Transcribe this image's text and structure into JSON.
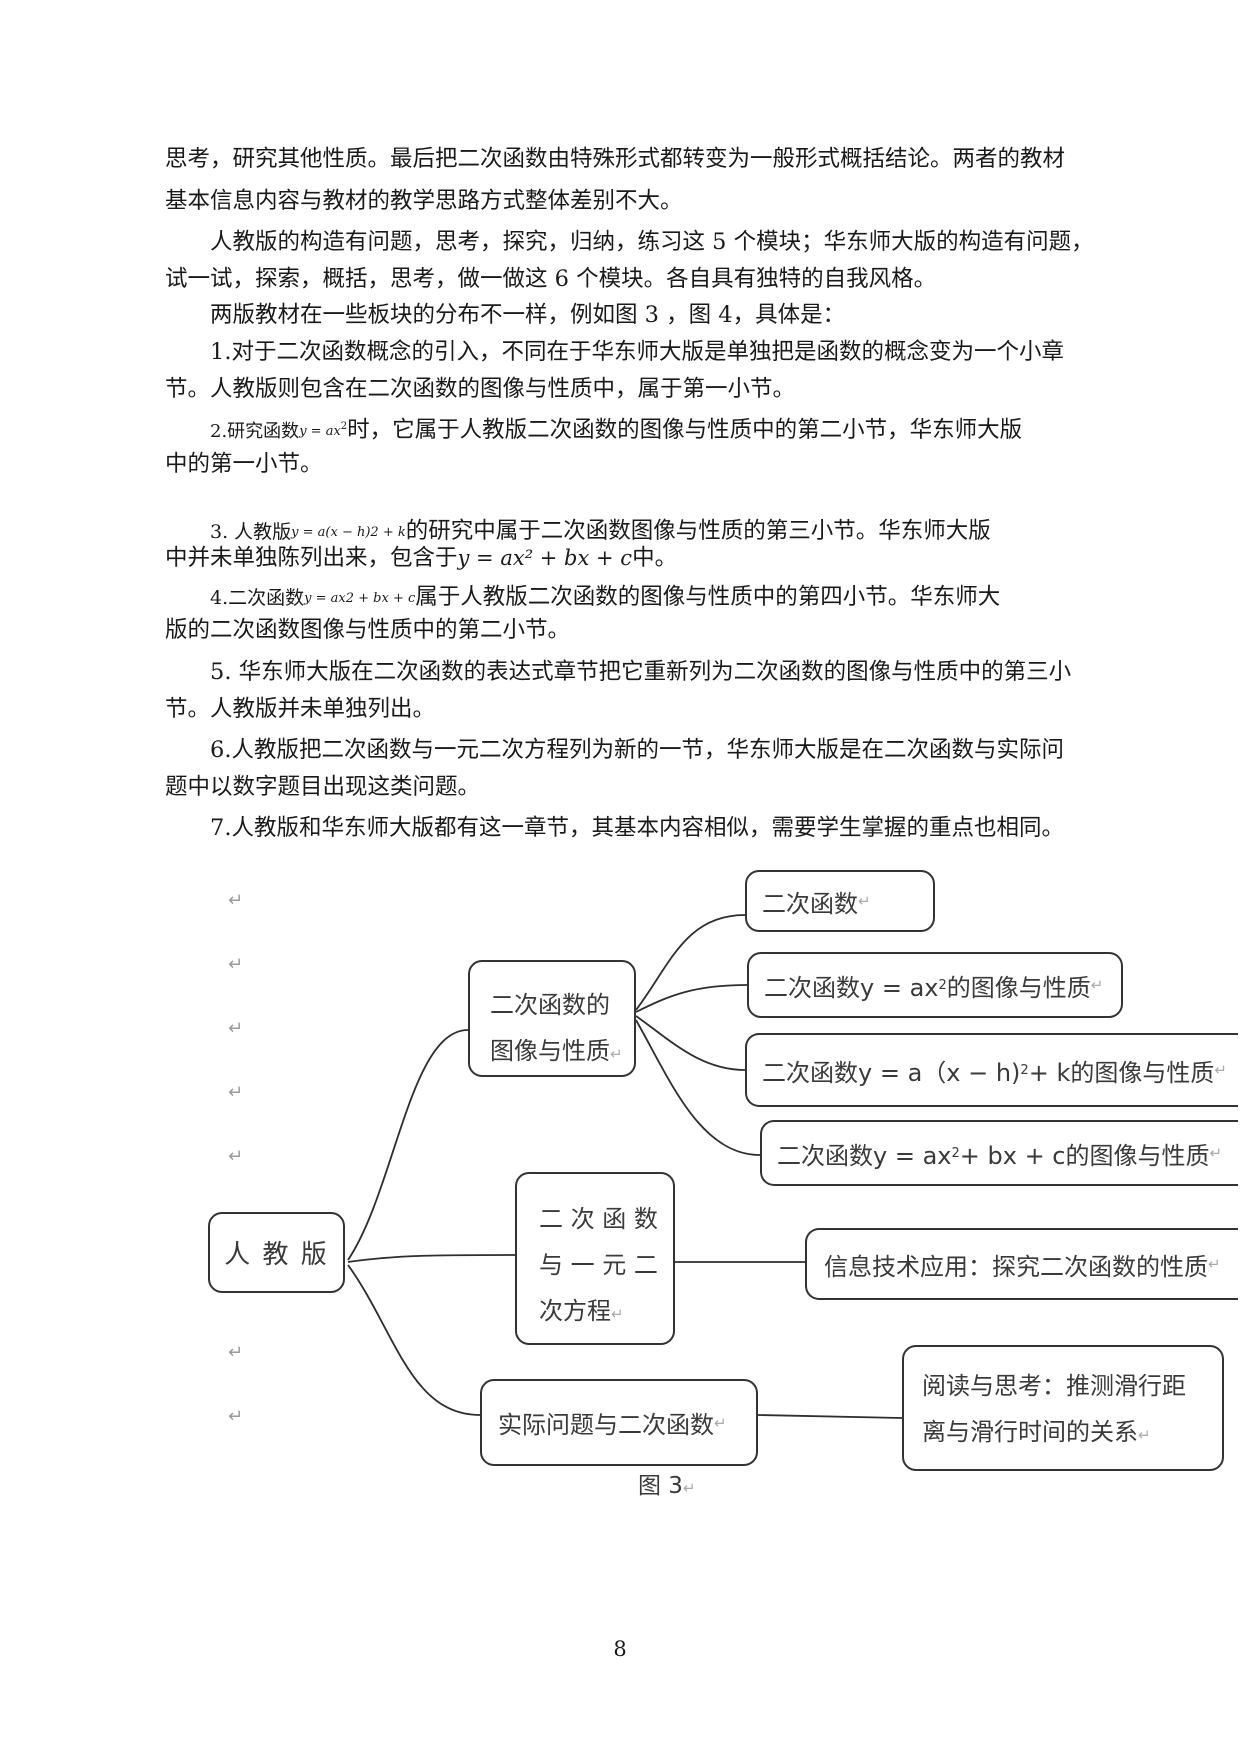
{
  "paragraphs": {
    "p1": "思考，研究其他性质。最后把二次函数由特殊形式都转变为一般形式概括结论。两者的教材",
    "p2": "基本信息内容与教材的教学思路方式整体差别不大。",
    "p3": "人教版的构造有问题，思考，探究，归纳，练习这 5 个模块；华东师大版的构造有问题，",
    "p4": "试一试，探索，概括，思考，做一做这 6 个模块。各自具有独特的自我风格。",
    "p5": "两版教材在一些板块的分布不一样，例如图 3 ，图 4，具体是：",
    "p6": "1.对于二次函数概念的引入，不同在于华东师大版是单独把是函数的概念变为一个小章",
    "p7": "节。人教版则包含在二次函数的图像与性质中，属于第一小节。",
    "p8_a": "2.研究函数",
    "p8_formula": "y = ax",
    "p8_b": "时，它属于人教版二次函数的图像与性质中的第二小节，华东师大版",
    "p9": "中的第一小节。",
    "p10_a": "3. 人教版",
    "p10_formula": "y = a(x − h)2 + k",
    "p10_b": "的研究中属于二次函数图像与性质的第三小节。华东师大版",
    "p11_a": "中并未单独陈列出来，包含于",
    "p11_formula": "y = ax² + bx + c",
    "p11_b": "中。",
    "p12_a": "4.二次函数",
    "p12_formula": "y = ax2 + bx + c",
    "p12_b": "属于人教版二次函数的图像与性质中的第四小节。华东师大",
    "p13": "版的二次函数图像与性质中的第二小节。",
    "p14": "5. 华东师大版在二次函数的表达式章节把它重新列为二次函数的图像与性质中的第三小",
    "p15": "节。人教版并未单独列出。",
    "p16": "6.人教版把二次函数与一元二次方程列为新的一节，华东师大版是在二次函数与实际问",
    "p17": "题中以数字题目出现这类问题。",
    "p18": "7.人教版和华东师大版都有这一章节，其基本内容相似，需要学生掌握的重点也相同。"
  },
  "return_mark": "↵",
  "mindmap": {
    "root": "人 教 版",
    "branch1_line1": "二次函数的",
    "branch1_line2": "图像与性质",
    "branch2_line1": "二 次 函 数",
    "branch2_line2": "与 一 元 二",
    "branch2_line3": "次方程",
    "branch3": "实际问题与二次函数",
    "leaf1": "二次函数",
    "leaf2_a": "二次函数y = ax",
    "leaf2_b": "的图像与性质",
    "leaf3_a": "二次函数y = a（x − h)",
    "leaf3_b": " + k的图像与性质",
    "leaf4_a": "二次函数y = ax",
    "leaf4_b": " + bx + c的图像与性质",
    "leaf5": "信息技术应用：探究二次函数的性质",
    "leaf6_line1": "阅读与思考：推测滑行距",
    "leaf6_line2": "离与滑行时间的关系",
    "sup2": "2"
  },
  "caption": "图 3",
  "page_number": "8"
}
